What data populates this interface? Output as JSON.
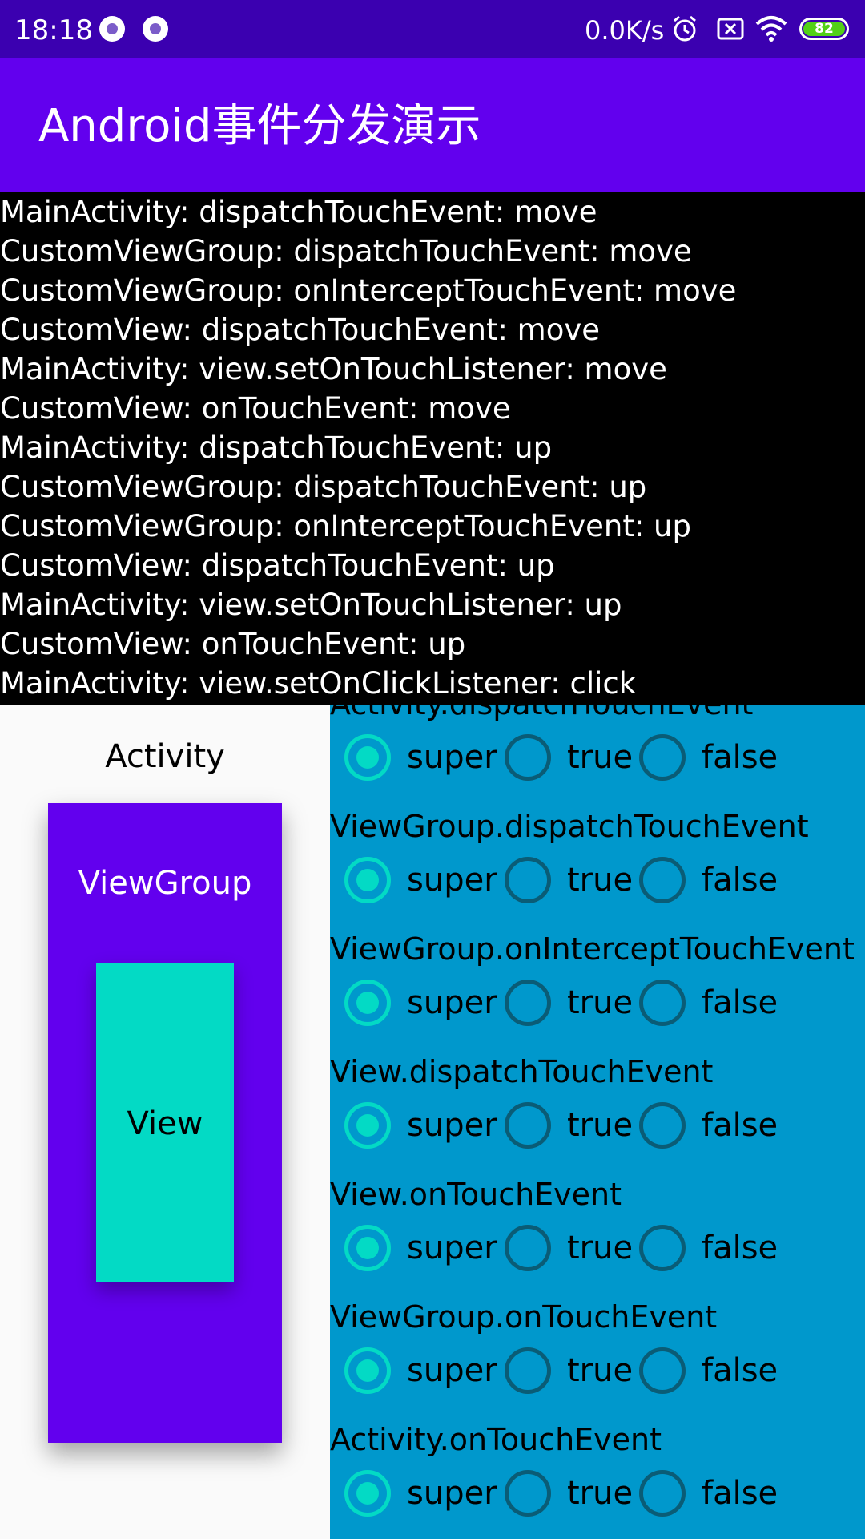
{
  "status_bar": {
    "time": "18:18",
    "net_speed": "0.0K/s",
    "battery_level": "82",
    "icons": [
      "notification-dot-icon",
      "notification-dot-icon",
      "alarm-icon",
      "sim-off-icon",
      "wifi-icon",
      "battery-icon"
    ]
  },
  "app_bar": {
    "title": "Android事件分发演示"
  },
  "log": {
    "lines": [
      "MainActivity: dispatchTouchEvent: move",
      "CustomViewGroup: dispatchTouchEvent: move",
      "CustomViewGroup: onInterceptTouchEvent: move",
      "CustomView: dispatchTouchEvent: move",
      "MainActivity: view.setOnTouchListener:  move",
      "CustomView: onTouchEvent: move",
      "MainActivity: dispatchTouchEvent: up",
      "CustomViewGroup: dispatchTouchEvent: up",
      "CustomViewGroup: onInterceptTouchEvent: up",
      "CustomView: dispatchTouchEvent: up",
      "MainActivity: view.setOnTouchListener: up",
      "CustomView: onTouchEvent: up",
      "MainActivity: view.setOnClickListener: click"
    ]
  },
  "demo": {
    "activity_label": "Activity",
    "viewgroup_label": "ViewGroup",
    "view_label": "View"
  },
  "options": {
    "labels": {
      "super": "super",
      "true": "true",
      "false": "false"
    },
    "groups": [
      {
        "title": "Activity.dispatchTouchEvent",
        "selected": "super"
      },
      {
        "title": "ViewGroup.dispatchTouchEvent",
        "selected": "super"
      },
      {
        "title": "ViewGroup.onInterceptTouchEvent",
        "selected": "super"
      },
      {
        "title": "View.dispatchTouchEvent",
        "selected": "super"
      },
      {
        "title": "View.onTouchEvent",
        "selected": "super"
      },
      {
        "title": "ViewGroup.onTouchEvent",
        "selected": "super"
      },
      {
        "title": "Activity.onTouchEvent",
        "selected": "super"
      }
    ]
  },
  "colors": {
    "status_bar": "#3b00b0",
    "app_bar": "#6200ee",
    "accent": "#03dac5",
    "settings_bg": "#0098cc"
  }
}
